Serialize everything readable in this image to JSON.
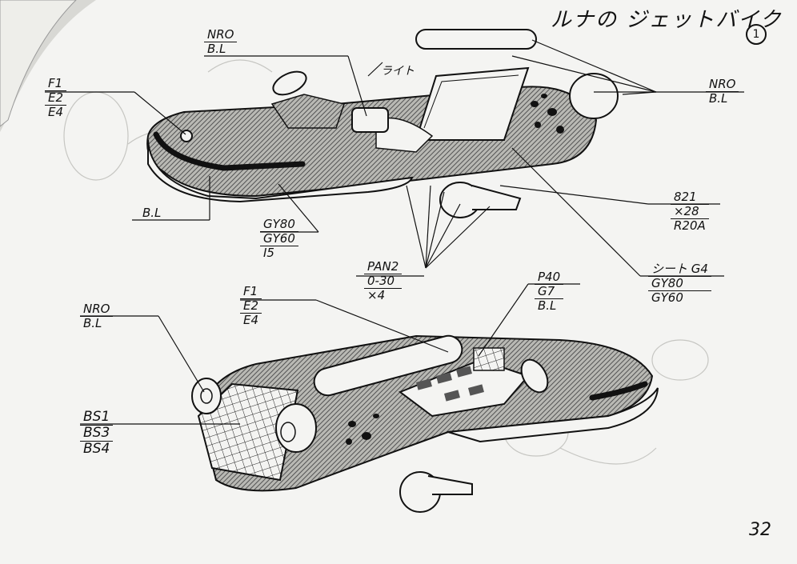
{
  "title": "ルナの ジェットバイク",
  "sheet_number": "1",
  "page_number": "32",
  "light_label": "ライト",
  "colors": {
    "paper": "#f4f4f2",
    "ink": "#111111",
    "shade": "#8a8a86"
  },
  "top_view": {
    "label_nro": [
      "NRO",
      "B.L"
    ],
    "label_nro_right": [
      "NRO",
      "B.L"
    ],
    "label_f1": [
      "F1",
      "E2",
      "E4"
    ],
    "label_bl": "B.L",
    "label_gy": [
      "GY80",
      "GY60",
      "I5"
    ],
    "label_pan": [
      "PAN2",
      "0-30",
      "×4"
    ],
    "label_821": [
      "821",
      "×28",
      "R20A"
    ],
    "label_seat": [
      "シート G4",
      "GY80",
      "GY60"
    ]
  },
  "bottom_view": {
    "label_nro": [
      "NRO",
      "B.L"
    ],
    "label_f1": [
      "F1",
      "E2",
      "E4"
    ],
    "label_p40": [
      "P40",
      "G7",
      "B.L"
    ],
    "label_bs": [
      "BS1",
      "BS3",
      "BS4"
    ]
  }
}
